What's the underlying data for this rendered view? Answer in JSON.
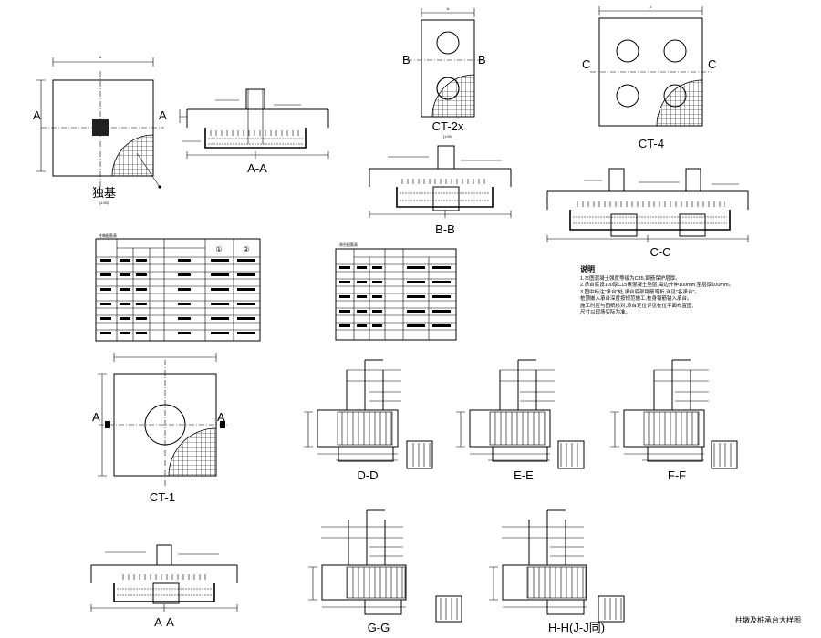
{
  "sheet_title": "柱墩及桩承台大样图",
  "views": {
    "plan_column": {
      "title": "独基",
      "sub": "(1:50)",
      "dim": "A",
      "sec": "A"
    },
    "section_aa_top": {
      "title": "A-A"
    },
    "plan_ct2x": {
      "title": "CT-2x",
      "sub": "(1:50)",
      "dim": "A",
      "sec": "B"
    },
    "plan_ct4": {
      "title": "CT-4",
      "dim": "A",
      "sec": "C"
    },
    "section_bb": {
      "title": "B-B"
    },
    "section_cc": {
      "title": "C-C"
    },
    "plan_ct1": {
      "title": "CT-1",
      "sec": "A"
    },
    "section_aa_bottom": {
      "title": "A-A"
    },
    "section_dd": {
      "title": "D-D"
    },
    "section_ee": {
      "title": "E-E"
    },
    "section_ff": {
      "title": "F-F"
    },
    "section_gg": {
      "title": "G-G"
    },
    "section_hh": {
      "title": "H-H(J-J同)"
    }
  },
  "table1": {
    "title": "柱墩配筋表",
    "circle_1": "①",
    "circle_2": "②",
    "rows": 11
  },
  "table2": {
    "title": "承台配筋表",
    "rows": 11
  },
  "notes": {
    "heading": "说明",
    "lines": [
      "1.本图混凝土强度等级为C35,钢筋保护层厚。",
      "2.承台底设100厚C15素混凝土垫层,每边外伸100mm,垫层厚100mm。",
      "3.图中标注\"承台\"处,承台底部钢筋弯折,详见\"各承台\"。",
      "  桩顶嵌入承台深度按规范施工,桩身钢筋锚入承台。",
      "  施工时应与图纸核对,承台定位详见桩位平面布置图,",
      "  尺寸以现场实际为准。"
    ]
  }
}
